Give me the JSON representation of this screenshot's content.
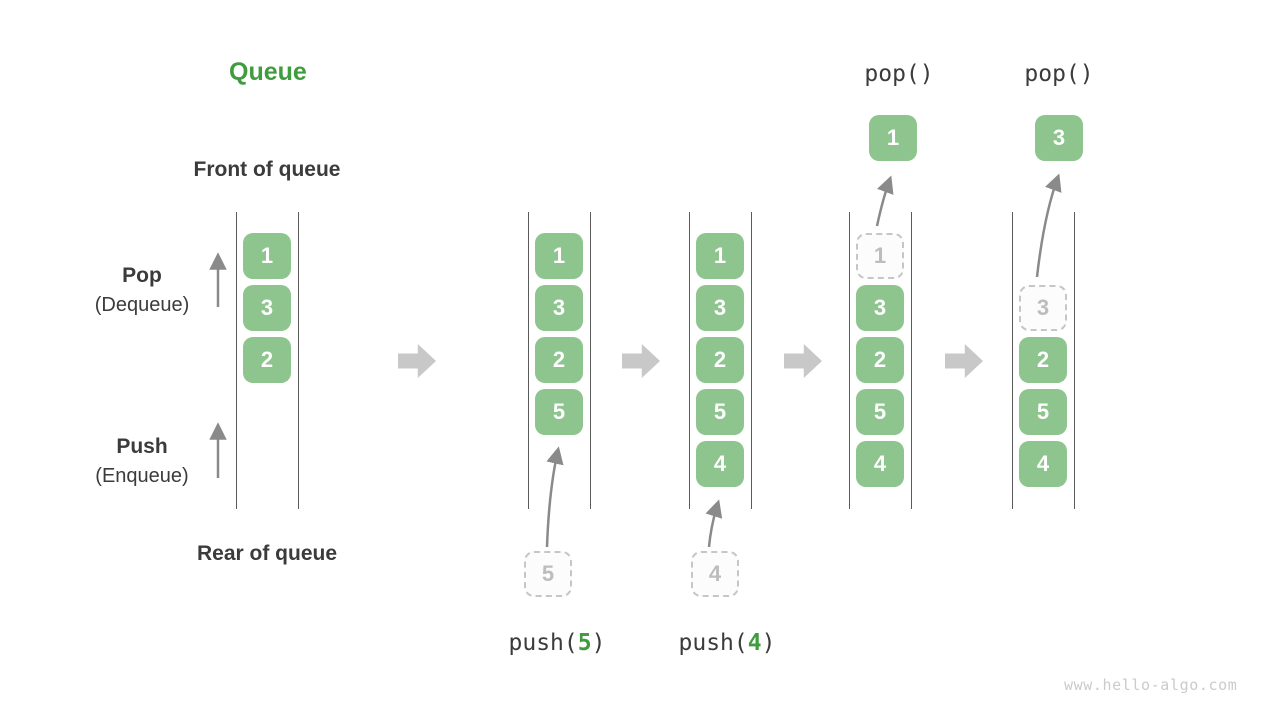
{
  "title": "Queue",
  "watermark": "www.hello-algo.com",
  "side_labels": {
    "front": "Front of queue",
    "rear": "Rear of queue",
    "pop": "Pop",
    "pop_alias": "(Dequeue)",
    "push": "Push",
    "push_alias": "(Enqueue)"
  },
  "icons": {
    "step_arrow": "right-block-arrow"
  },
  "colors": {
    "box-green": "#8EC48E",
    "title-green": "#3F9C3F",
    "text-dark": "#3B3B3B",
    "ghost-border": "#C6C6C6",
    "ghost-fill": "#FCFCFC",
    "ghost-text": "#BDBDBD",
    "arrow-gray": "#8A8A8A",
    "block-arrow-gray": "#C8C8C8",
    "rail-gray": "#5A5A5A",
    "watermark-gray": "#CBCBCB",
    "box-text": "#FFFFFF"
  },
  "states": [
    {
      "slots": [
        {
          "value": "1",
          "state": "filled"
        },
        {
          "value": "3",
          "state": "filled"
        },
        {
          "value": "2",
          "state": "filled"
        },
        {
          "value": "",
          "state": "empty"
        },
        {
          "value": "",
          "state": "empty"
        }
      ]
    },
    {
      "slots": [
        {
          "value": "1",
          "state": "filled"
        },
        {
          "value": "3",
          "state": "filled"
        },
        {
          "value": "2",
          "state": "filled"
        },
        {
          "value": "5",
          "state": "filled"
        },
        {
          "value": "",
          "state": "empty"
        }
      ],
      "operation": {
        "call_pre": "push(",
        "call_arg": "5",
        "call_post": ")",
        "incoming_value": "5"
      }
    },
    {
      "slots": [
        {
          "value": "1",
          "state": "filled"
        },
        {
          "value": "3",
          "state": "filled"
        },
        {
          "value": "2",
          "state": "filled"
        },
        {
          "value": "5",
          "state": "filled"
        },
        {
          "value": "4",
          "state": "filled"
        }
      ],
      "operation": {
        "call_pre": "push(",
        "call_arg": "4",
        "call_post": ")",
        "incoming_value": "4"
      }
    },
    {
      "slots": [
        {
          "value": "1",
          "state": "ghost"
        },
        {
          "value": "3",
          "state": "filled"
        },
        {
          "value": "2",
          "state": "filled"
        },
        {
          "value": "5",
          "state": "filled"
        },
        {
          "value": "4",
          "state": "filled"
        }
      ],
      "operation": {
        "call": "pop()",
        "popped_value": "1"
      }
    },
    {
      "slots": [
        {
          "value": "",
          "state": "empty"
        },
        {
          "value": "3",
          "state": "ghost"
        },
        {
          "value": "2",
          "state": "filled"
        },
        {
          "value": "5",
          "state": "filled"
        },
        {
          "value": "4",
          "state": "filled"
        }
      ],
      "operation": {
        "call": "pop()",
        "popped_value": "3"
      }
    }
  ]
}
